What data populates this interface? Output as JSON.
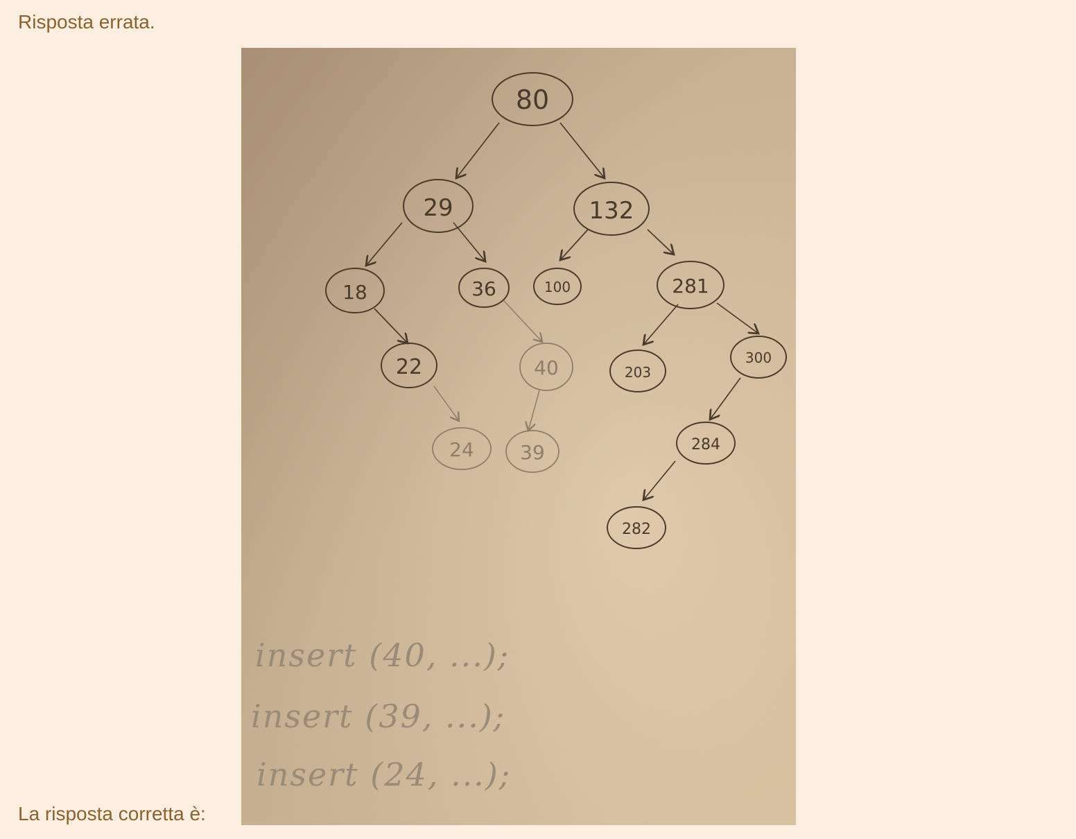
{
  "feedback": {
    "status_text": "Risposta errata."
  },
  "answer": {
    "label": "La risposta corretta è:"
  },
  "figure": {
    "tree_nodes": [
      "80",
      "29",
      "132",
      "18",
      "36",
      "100",
      "281",
      "22",
      "40",
      "203",
      "300",
      "24",
      "39",
      "284",
      "282"
    ],
    "code_lines": [
      "insert (40, ...);",
      "insert (39, ...);",
      "insert (24, ...);"
    ]
  }
}
